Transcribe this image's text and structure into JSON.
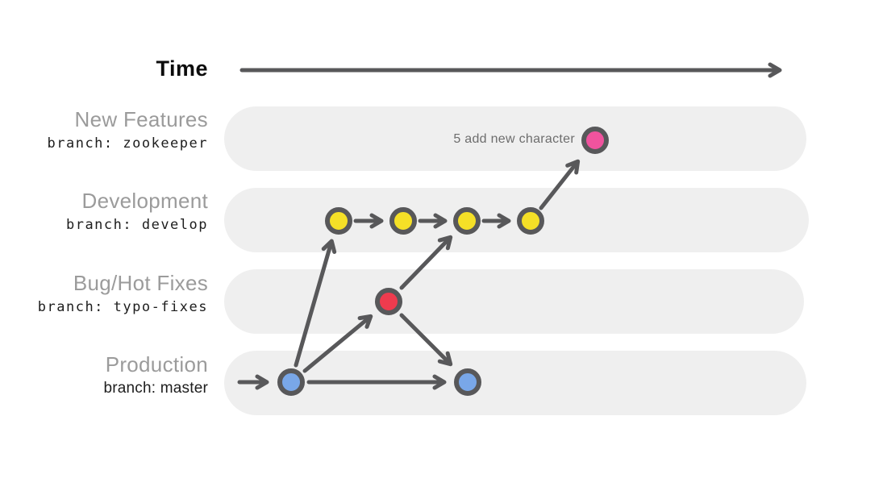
{
  "title": {
    "time_label": "Time"
  },
  "colors": {
    "lane_fill": "#efefef",
    "stroke_gray": "#58585a",
    "commit_feature": "#f0539e",
    "commit_develop": "#f5e027",
    "commit_fix": "#ef3b4e",
    "commit_master": "#79a7e8"
  },
  "lanes": [
    {
      "name": "New Features",
      "branch": "branch: zookeeper"
    },
    {
      "name": "Development",
      "branch": "branch: develop"
    },
    {
      "name": "Bug/Hot Fixes",
      "branch": "branch: typo-fixes"
    },
    {
      "name": "Production",
      "branch": "branch: master"
    }
  ],
  "annotations": {
    "commit_message": "5 add new character"
  },
  "graph": {
    "nodes": [
      {
        "id": "master-1",
        "lane": "Production",
        "branch": "master"
      },
      {
        "id": "master-2",
        "lane": "Production",
        "branch": "master"
      },
      {
        "id": "fix-1",
        "lane": "Bug/Hot Fixes",
        "branch": "typo-fixes"
      },
      {
        "id": "dev-1",
        "lane": "Development",
        "branch": "develop"
      },
      {
        "id": "dev-2",
        "lane": "Development",
        "branch": "develop"
      },
      {
        "id": "dev-3",
        "lane": "Development",
        "branch": "develop"
      },
      {
        "id": "dev-4",
        "lane": "Development",
        "branch": "develop"
      },
      {
        "id": "feat-1",
        "lane": "New Features",
        "branch": "zookeeper",
        "label": "5 add new character"
      }
    ],
    "edges": [
      {
        "from": "history",
        "to": "master-1"
      },
      {
        "from": "master-1",
        "to": "master-2"
      },
      {
        "from": "master-1",
        "to": "fix-1"
      },
      {
        "from": "fix-1",
        "to": "master-2"
      },
      {
        "from": "master-1",
        "to": "dev-1"
      },
      {
        "from": "fix-1",
        "to": "dev-3"
      },
      {
        "from": "dev-1",
        "to": "dev-2"
      },
      {
        "from": "dev-2",
        "to": "dev-3"
      },
      {
        "from": "dev-3",
        "to": "dev-4"
      },
      {
        "from": "dev-4",
        "to": "feat-1"
      }
    ]
  }
}
